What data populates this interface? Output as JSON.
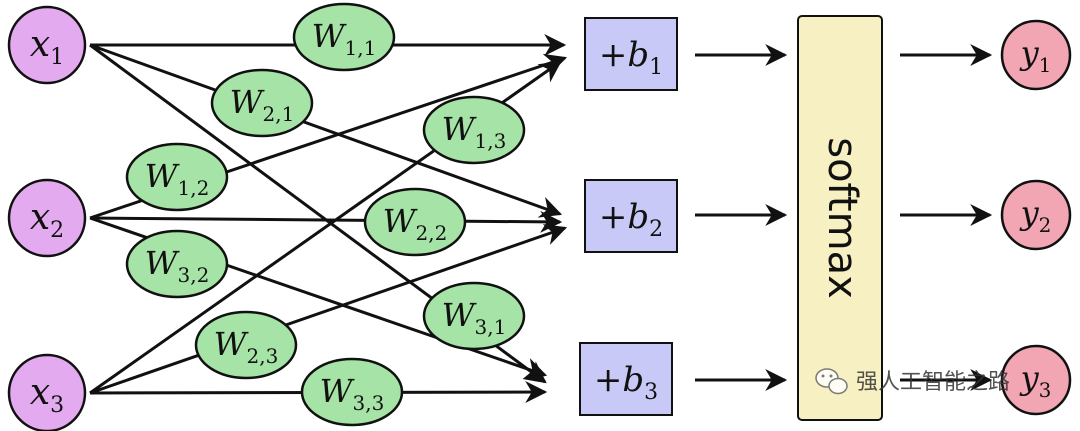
{
  "inputs": [
    {
      "base": "x",
      "sub": "1"
    },
    {
      "base": "x",
      "sub": "2"
    },
    {
      "base": "x",
      "sub": "3"
    }
  ],
  "weights": {
    "w11": {
      "base": "W",
      "sub": "1,1"
    },
    "w21": {
      "base": "W",
      "sub": "2,1"
    },
    "w13": {
      "base": "W",
      "sub": "1,3"
    },
    "w12": {
      "base": "W",
      "sub": "1,2"
    },
    "w22": {
      "base": "W",
      "sub": "2,2"
    },
    "w32": {
      "base": "W",
      "sub": "3,2"
    },
    "w31": {
      "base": "W",
      "sub": "3,1"
    },
    "w23": {
      "base": "W",
      "sub": "2,3"
    },
    "w33": {
      "base": "W",
      "sub": "3,3"
    }
  },
  "biases": [
    {
      "prefix": "+",
      "base": "b",
      "sub": "1"
    },
    {
      "prefix": "+",
      "base": "b",
      "sub": "2"
    },
    {
      "prefix": "+",
      "base": "b",
      "sub": "3"
    }
  ],
  "softmax": {
    "label": "softmax"
  },
  "outputs": [
    {
      "base": "y",
      "sub": "1"
    },
    {
      "base": "y",
      "sub": "2"
    },
    {
      "base": "y",
      "sub": "3"
    }
  ],
  "watermark": {
    "text": "强人工智能之路",
    "icon": "wechat-icon"
  },
  "colors": {
    "input_fill": "#e4aaf0",
    "weight_fill": "#a6e3a6",
    "bias_fill": "#c9c9f7",
    "softmax_fill": "#f7f0c2",
    "output_fill": "#f2a6b4",
    "stroke": "#111111"
  }
}
